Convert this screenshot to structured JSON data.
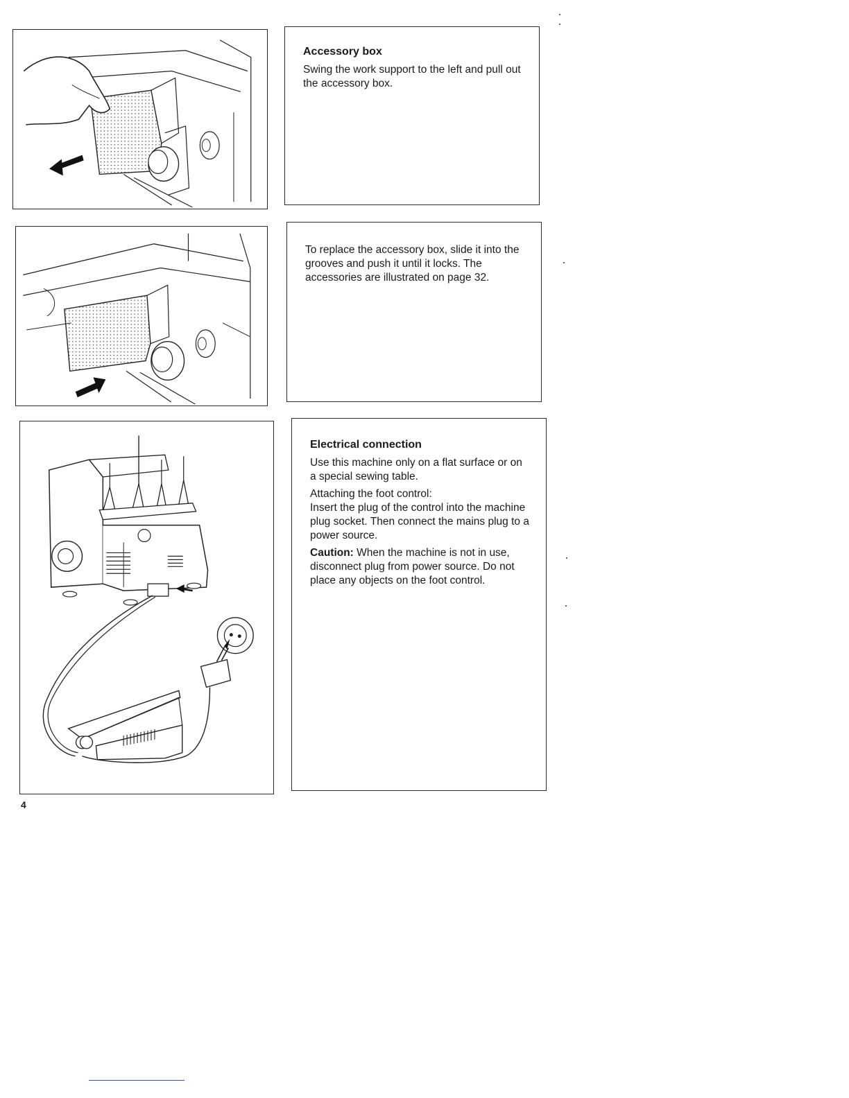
{
  "accessory_box": {
    "heading": "Accessory box",
    "body": "Swing the work support to the left and pull out the accessory box."
  },
  "replace_box": {
    "body": "To replace the accessory box, slide it into the grooves and push it until it locks. The accessories are illustrated on page 32."
  },
  "electrical": {
    "heading": "Electrical connection",
    "para1": "Use this machine only on a flat surface or on a special sewing table.",
    "para2_line1": "Attaching the foot control:",
    "para2_line2": "Insert the plug of the control into the machine plug socket. Then connect the mains plug to a power source.",
    "caution_label": "Caution:",
    "caution_text": "When the machine is not in use, disconnect plug from power source. Do not place any objects on the foot control."
  },
  "page_number": "4"
}
